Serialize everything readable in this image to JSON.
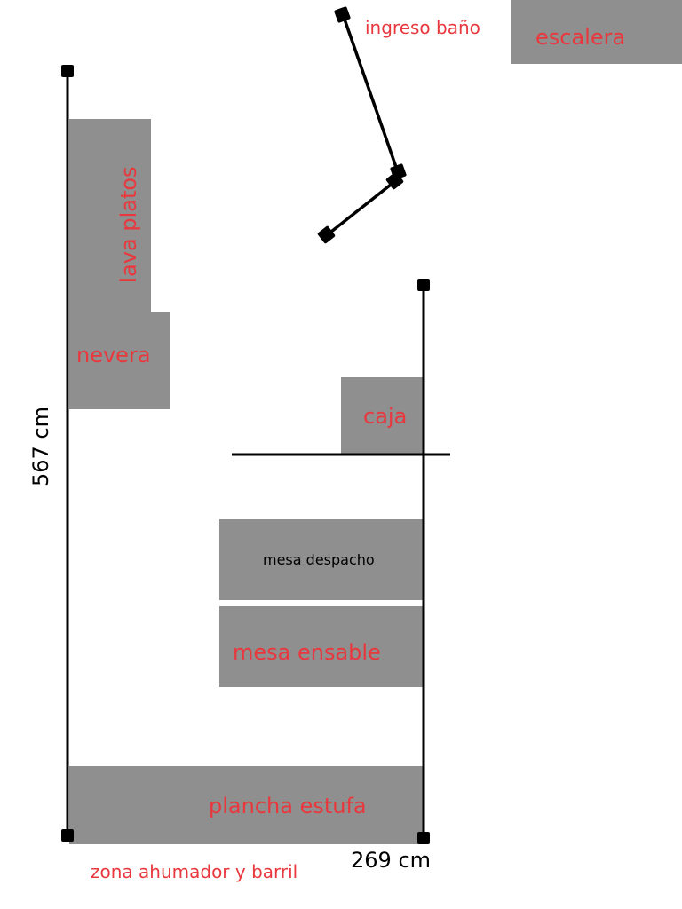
{
  "colors": {
    "block": "#8f8f8f",
    "label_red": "#e8383d",
    "line": "#000000",
    "background": "#ffffff"
  },
  "labels": {
    "ingreso_bano": "ingreso baño",
    "escalera": "escalera",
    "lava_platos": "lava platos",
    "nevera": "nevera",
    "caja": "caja",
    "mesa_despacho": "mesa despacho",
    "mesa_ensable": "mesa ensable",
    "plancha_estufa": "plancha estufa",
    "zona_ahumador": "zona ahumador y barril"
  },
  "dimensions": {
    "length": "567 cm",
    "width": "269 cm"
  }
}
